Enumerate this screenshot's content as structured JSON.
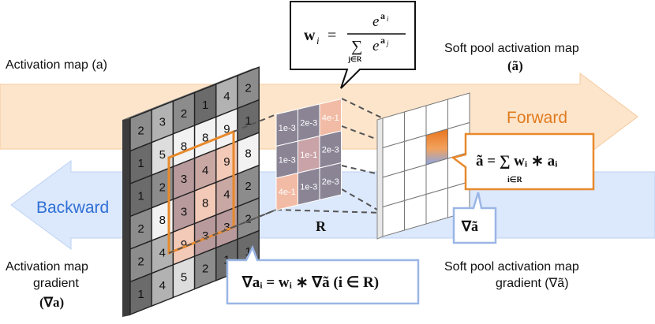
{
  "labels": {
    "activation_map": "Activation map (a)",
    "softpool_map_line1": "Soft pool activation map",
    "softpool_map_line2": "(ã)",
    "forward": "Forward",
    "backward": "Backward",
    "grad_line1": "Activation map",
    "grad_line2": "gradient",
    "grad_line3": "(∇a)",
    "softpool_grad_line1": "Soft pool activation map",
    "softpool_grad_line2": "gradient (∇ã)",
    "region": "R"
  },
  "equations": {
    "weight_lhs": "w",
    "weight_sub": "i",
    "weight_eq": "=",
    "weight_num": "e",
    "weight_num_sup": "a",
    "weight_num_sup_sub": "i",
    "weight_sum": "∑",
    "weight_sum_idx": "j∈R",
    "weight_den": "e",
    "weight_den_sup": "a",
    "weight_den_sup_sub": "j",
    "pooled": "ã = ∑ wᵢ ∗ aᵢ",
    "pooled_idx": "i∈R",
    "grad_pooled": "∇ã",
    "backprop": "∇aᵢ = wᵢ ∗ ∇ã (i ∈ R)"
  },
  "activation_grid": [
    [
      "2",
      "3",
      "2",
      "1",
      "4",
      "2"
    ],
    [
      "1",
      "5",
      "8",
      "8",
      "9",
      "1"
    ],
    [
      "1",
      "2",
      "3",
      "4",
      "9",
      "8"
    ],
    [
      "2",
      "8",
      "3",
      "8",
      "4",
      "2"
    ],
    [
      "2",
      "4",
      "9",
      "3",
      "3",
      "2"
    ],
    [
      "1",
      "4",
      "5",
      "2",
      "1",
      "1"
    ]
  ],
  "weight_grid": [
    [
      "1e-3",
      "2e-3",
      "4e-1"
    ],
    [
      "1e-3",
      "1e-1",
      "2e-3"
    ],
    [
      "4e-1",
      "1e-3",
      "2e-3"
    ]
  ],
  "colors": {
    "forward_arrow": "#fde3c8",
    "forward_text": "#e07b1e",
    "backward_arrow": "#d6e4fb",
    "backward_text": "#2f6fd6",
    "region_outline": "#e8892c",
    "grad_box_border": "#9bb6e6",
    "highlight_top": "#e8741c",
    "highlight_bottom": "#7b98e0"
  }
}
